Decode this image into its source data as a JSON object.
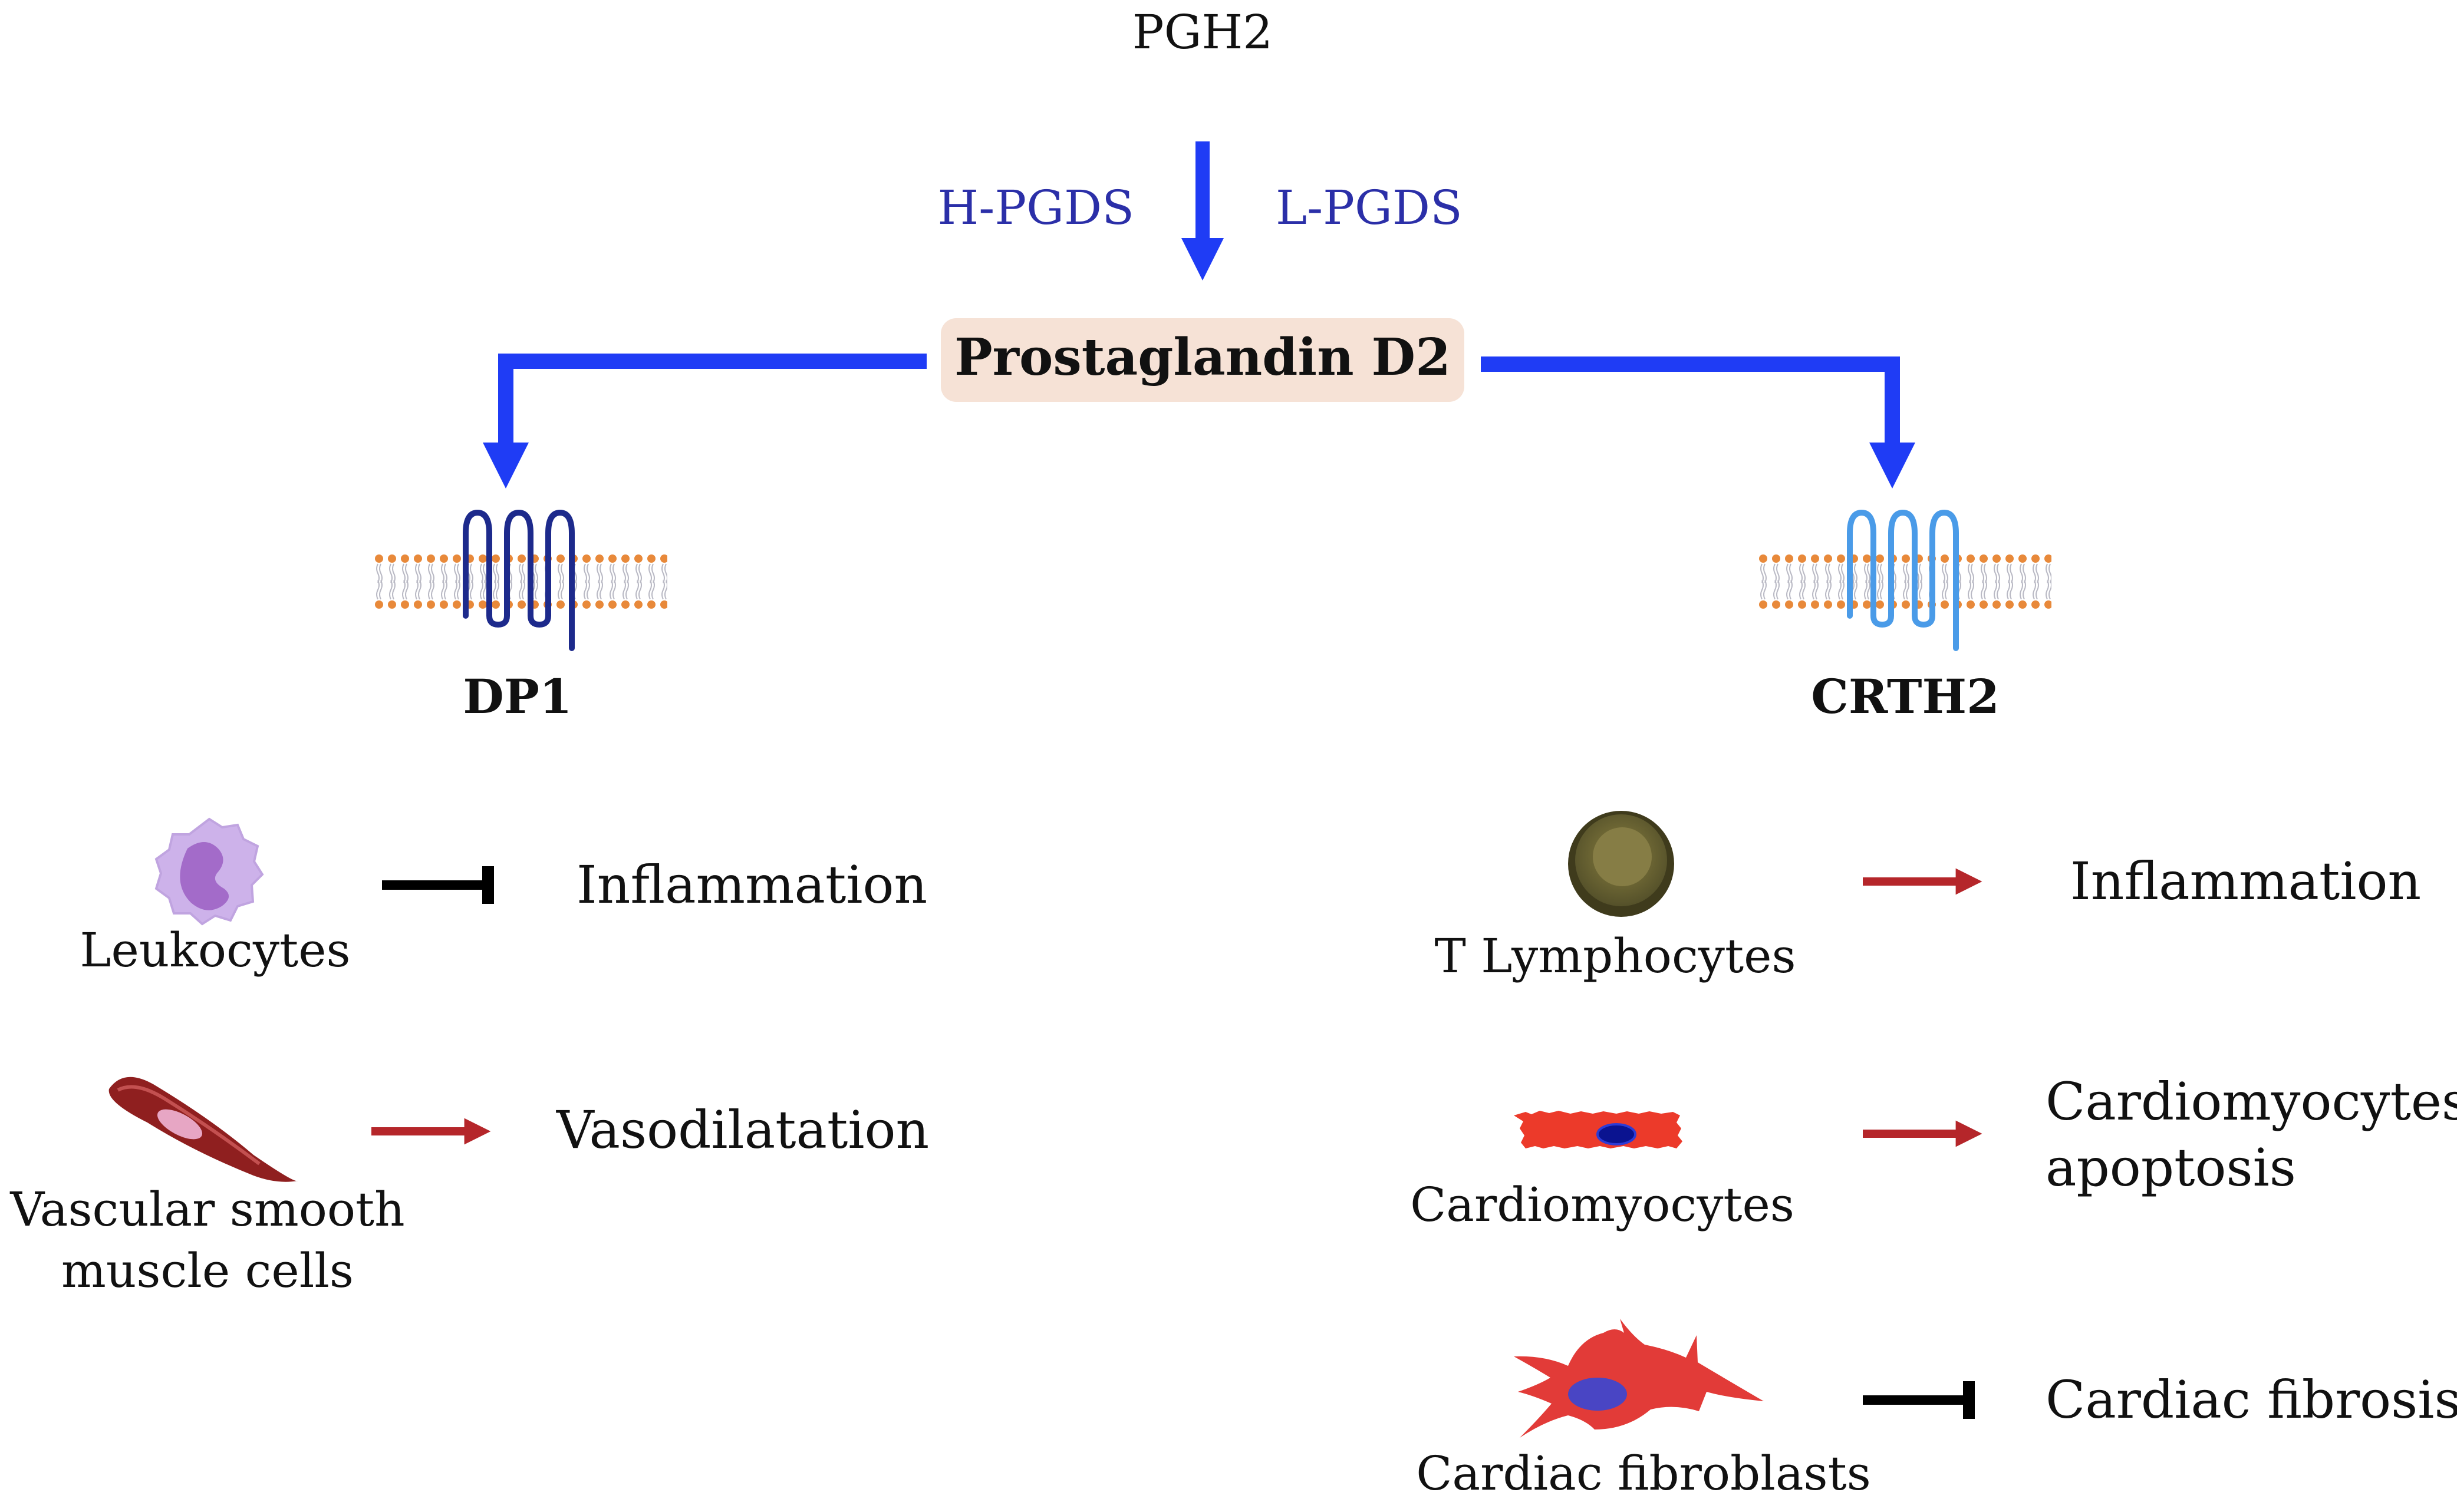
{
  "precursor": "PGH2",
  "enzymes": {
    "left": "H-PGDS",
    "right": "L-PGDS"
  },
  "product": "Prostaglandin D2",
  "receptors": {
    "left": "DP1",
    "right": "CRTH2"
  },
  "dp1_effects": [
    {
      "cell": "Leukocytes",
      "effect": "Inflammation",
      "action": "inhibits"
    },
    {
      "cell_line1": "Vascular smooth",
      "cell_line2": "muscle cells",
      "effect": "Vasodilatation",
      "action": "promotes"
    }
  ],
  "crth2_effects": [
    {
      "cell": "T Lymphocytes",
      "effect": "Inflammation",
      "action": "promotes"
    },
    {
      "cell": "Cardiomyocytes",
      "effect_line1": "Cardiomyocytes",
      "effect_line2": "apoptosis",
      "action": "promotes"
    },
    {
      "cell": "Cardiac fibroblasts",
      "effect": "Cardiac fibrosis",
      "action": "inhibits"
    }
  ],
  "colors": {
    "pathway_arrow": "#1f3cf5",
    "enzyme_text": "#2b2fa8",
    "product_box": "#f6e2d6",
    "promote_arrow": "#b5262a",
    "inhibit_arrow": "#000000",
    "dp1_receptor": "#1d2a8c",
    "crth2_receptor": "#4a9be8",
    "membrane_head": "#e8893a"
  }
}
